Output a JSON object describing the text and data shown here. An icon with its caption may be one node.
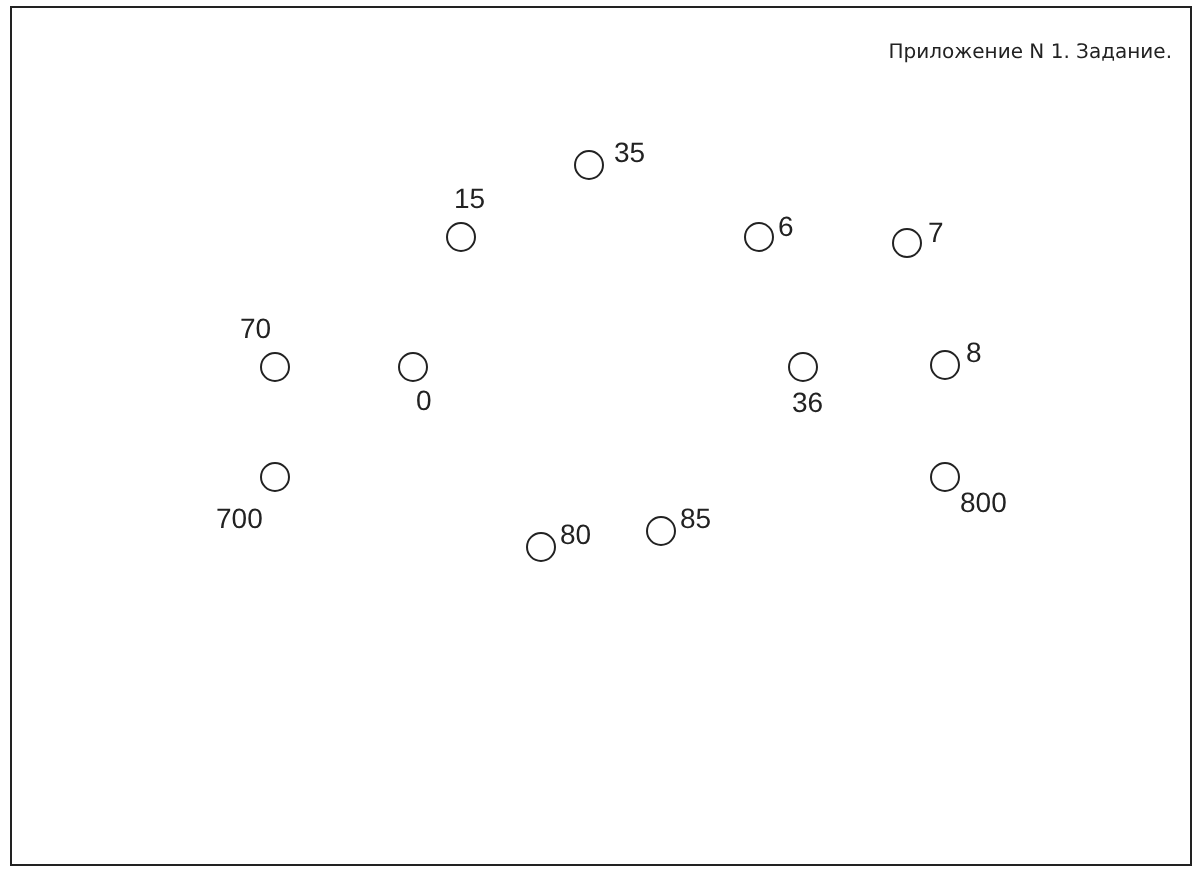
{
  "diagram": {
    "title": "Приложение N 1. Задание.",
    "nodes": [
      {
        "text": [],
        "shape": "circle",
        "beside": [
          "35"
        ]
      },
      {
        "text": [],
        "shape": "circle",
        "beside": [
          "15"
        ]
      },
      {
        "text": [],
        "shape": "circle",
        "beside": [
          "6"
        ]
      },
      {
        "text": [],
        "shape": "circle",
        "beside": [
          "7"
        ]
      },
      {
        "text": [],
        "shape": "circle",
        "beside": [
          "70"
        ]
      },
      {
        "text": [],
        "shape": "circle",
        "beside": [
          "0"
        ]
      },
      {
        "text": [],
        "shape": "circle",
        "beside": [
          "36"
        ]
      },
      {
        "text": [],
        "shape": "circle",
        "beside": [
          "8"
        ]
      },
      {
        "text": [],
        "shape": "circle",
        "beside": [
          "700"
        ]
      },
      {
        "text": [],
        "shape": "circle",
        "beside": [
          "800"
        ]
      },
      {
        "text": [],
        "shape": "circle",
        "beside": [
          "85"
        ]
      },
      {
        "text": [],
        "shape": "circle",
        "beside": [
          "80"
        ]
      }
    ]
  }
}
